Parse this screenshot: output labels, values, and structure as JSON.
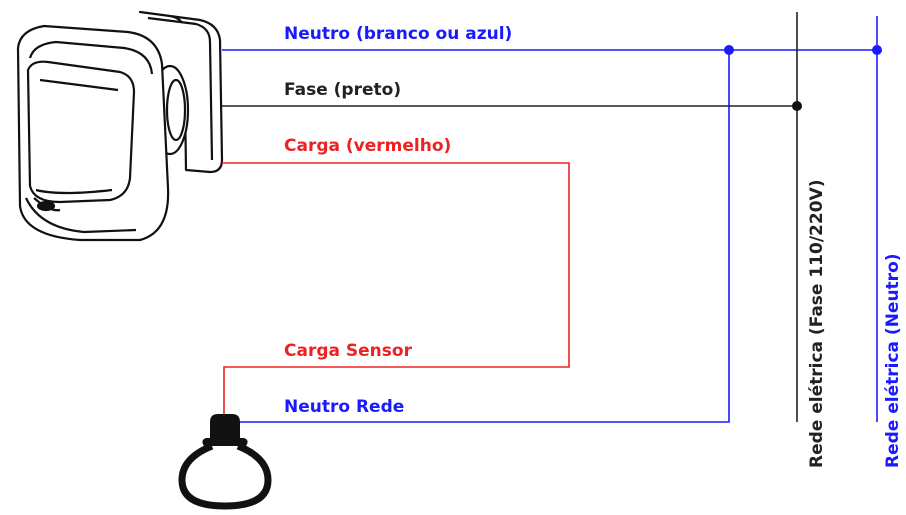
{
  "labels": {
    "neutro": "Neutro (branco ou azul)",
    "fase": "Fase (preto)",
    "carga": "Carga (vermelho)",
    "carga_sensor": "Carga Sensor",
    "neutro_rede": "Neutro Rede",
    "rede_fase": "Rede elétrica (Fase 110/220V)",
    "rede_neutro": "Rede elétrica (Neutro)"
  },
  "colors": {
    "neutral": "#1a1aff",
    "phase": "#222222",
    "load": "#ee2222"
  },
  "icons": {
    "sensor": "motion-sensor-icon",
    "lamp": "light-bulb-icon"
  }
}
